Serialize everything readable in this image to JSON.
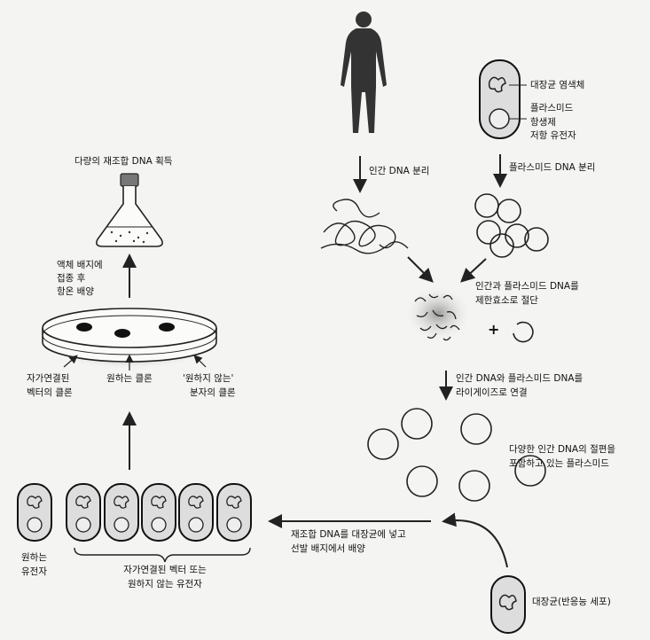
{
  "labels": {
    "ecoli_chromosome": "대장균 염색체",
    "plasmid": "플라스미드",
    "antibiotic_line1": "항생제",
    "antibiotic_line2": "저항 유전자",
    "human_dna_isolation": "인간 DNA 분리",
    "plasmid_dna_isolation": "플라스미드 DNA 분리",
    "cut_line1": "인간과 플라스미드 DNA를",
    "cut_line2": "제한효소로 절단",
    "plus": "+",
    "ligate_line1": "인간 DNA와 플라스미드 DNA를",
    "ligate_line2": "라이게이즈로 연결",
    "various_line1": "다양한 인간 DNA의 절편을",
    "various_line2": "포함하고 있는 플라스미드",
    "competent_cell": "대장균(반응능 세포)",
    "insert_line1": "재조합 DNA를 대장균에 넣고",
    "insert_line2": "선발 배지에서 배양",
    "desired_gene_line1": "원하는",
    "desired_gene_line2": "유전자",
    "other_genes_line1": "자가연결된 벡터 또는",
    "other_genes_line2": "원하지 않는 유전자",
    "self_clone_line1": "자가연결된",
    "self_clone_line2": "벡터의 클론",
    "desired_clone": "원하는 클론",
    "unwanted_line1": "'원하지 않는'",
    "unwanted_line2": "분자의 클론",
    "liquid_line1": "액체 배지에",
    "liquid_line2": "접종 후",
    "liquid_line3": "항온 배양",
    "obtain": "다량의 재조합 DNA 획득"
  }
}
